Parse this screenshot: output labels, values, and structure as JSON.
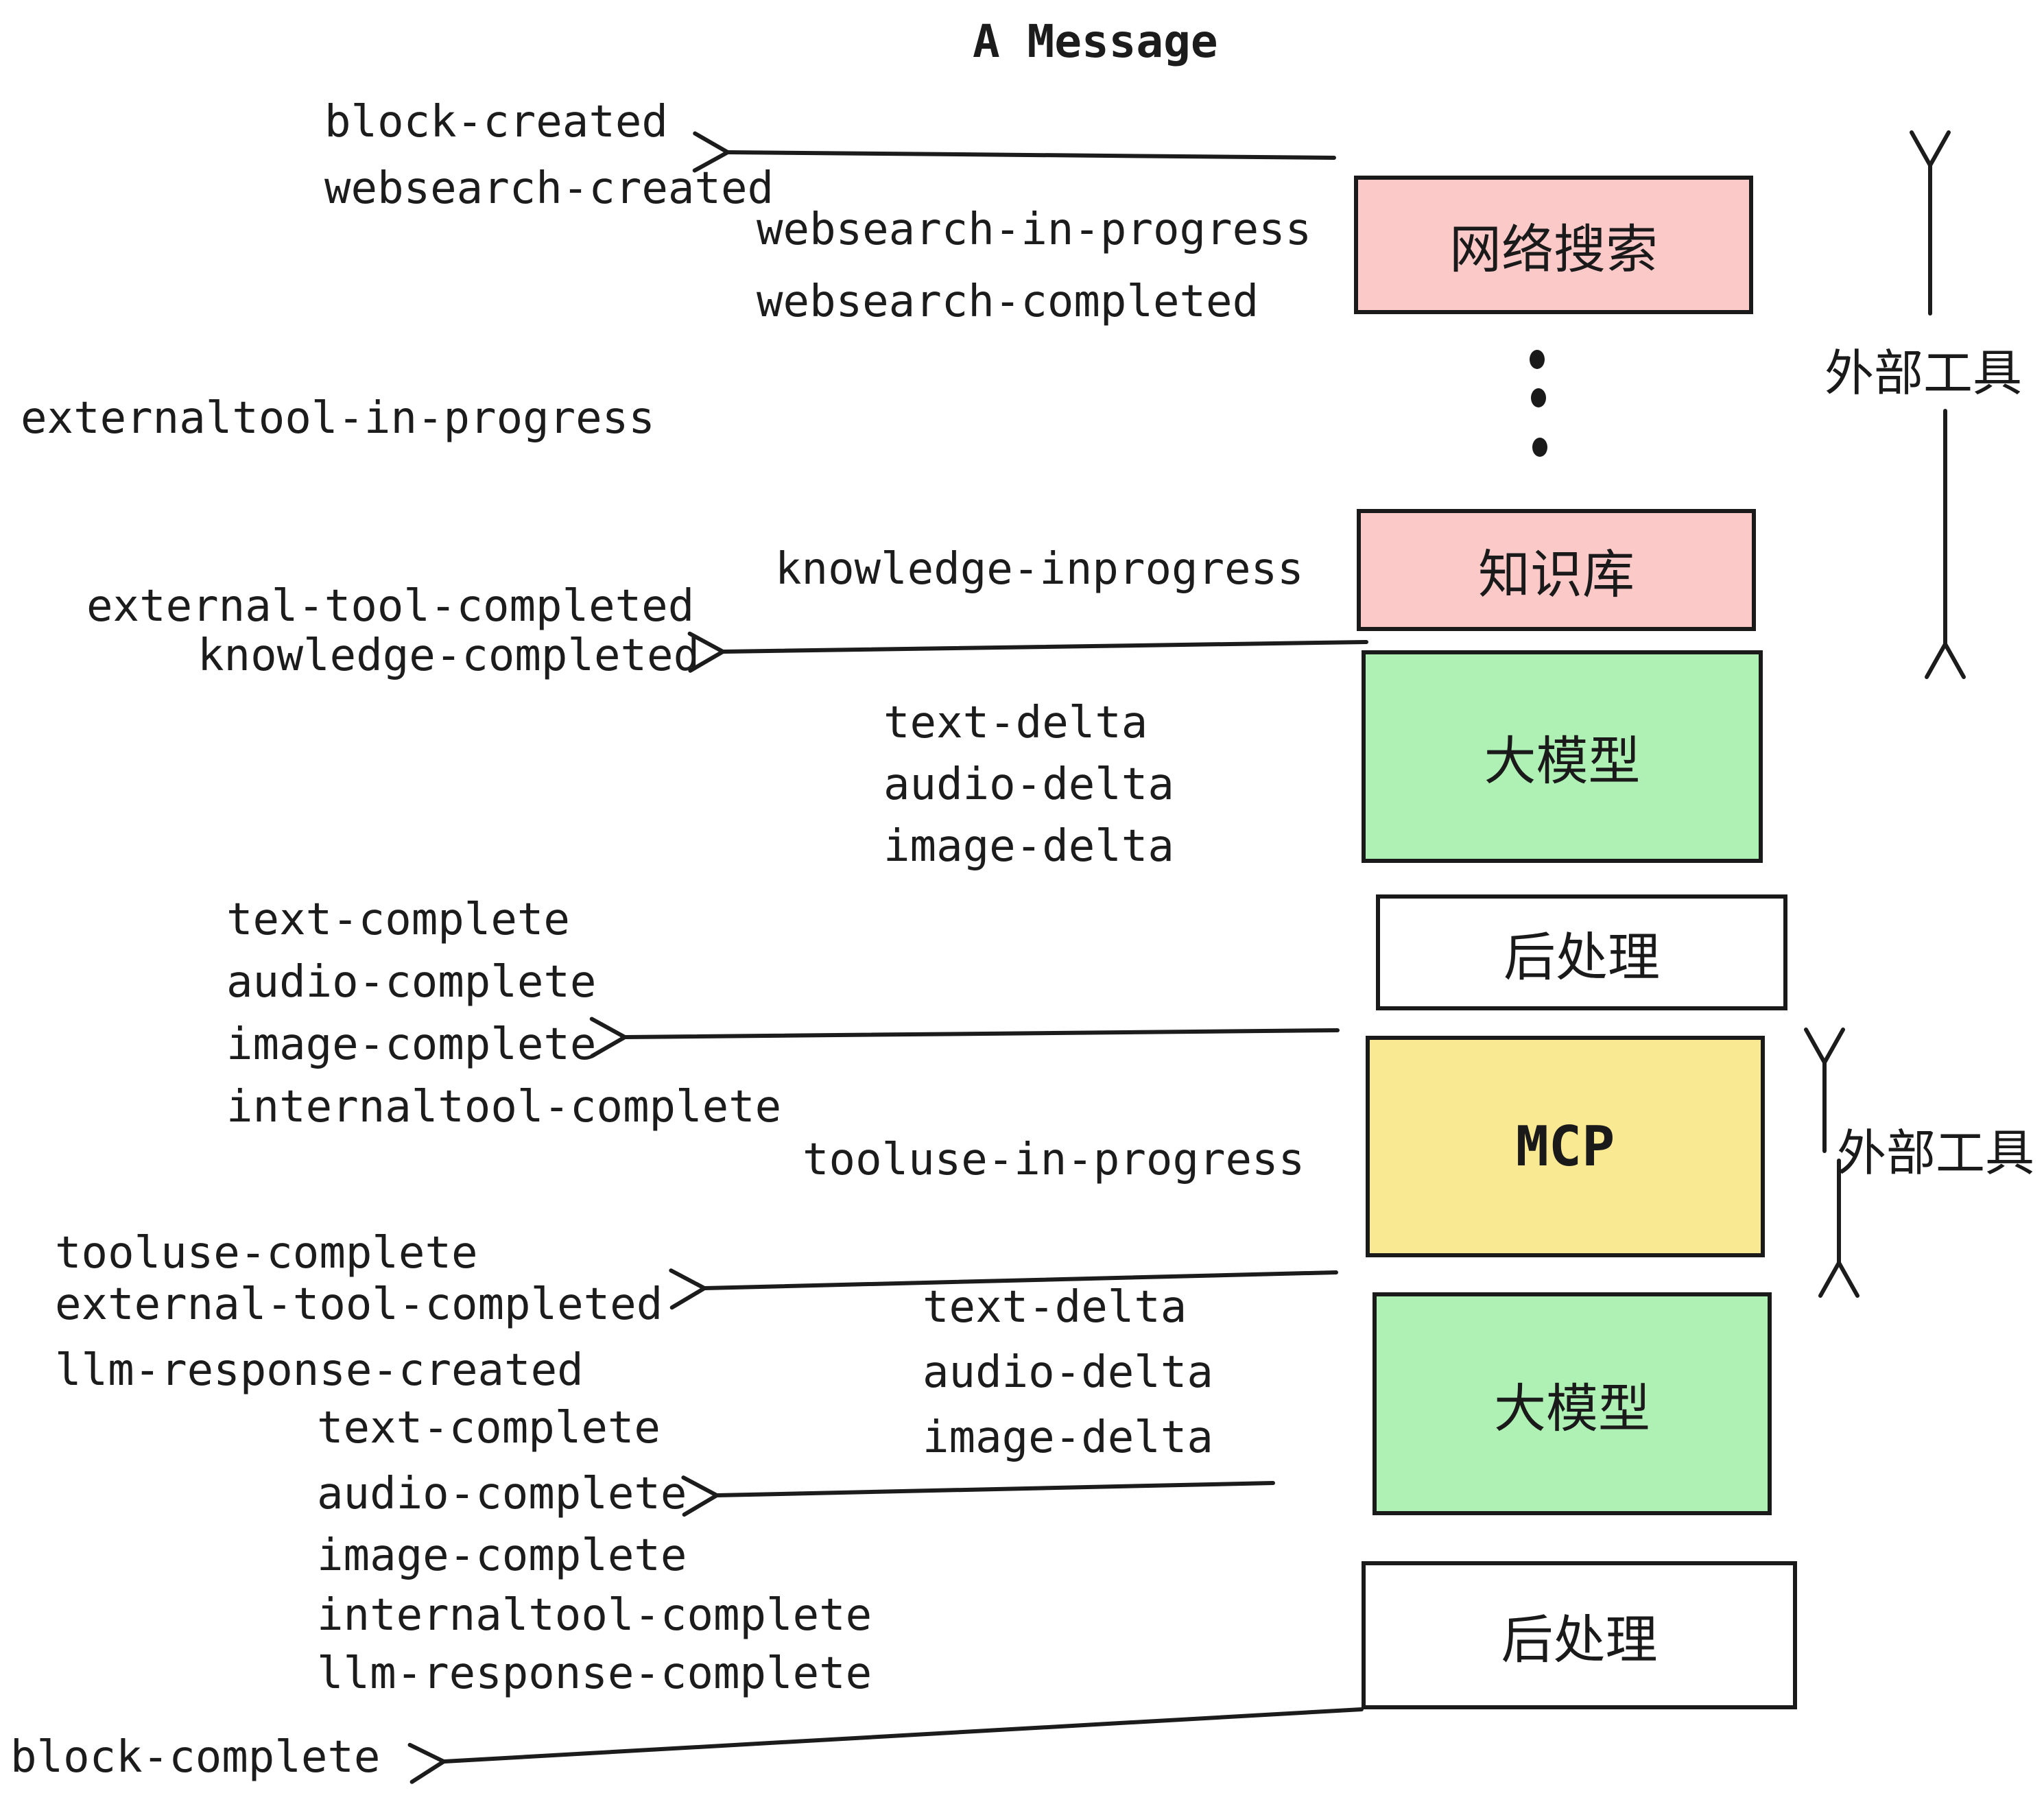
{
  "title": "A Message",
  "colors": {
    "box_pink": "#FCC9C9",
    "box_green": "#AFF0B5",
    "box_yellow": "#FAE993",
    "box_white": "#FFFFFF",
    "ink": "#1C1C1C"
  },
  "boxes": {
    "websearch": "网络搜索",
    "knowledge": "知识库",
    "llm1": "大模型",
    "post1": "后处理",
    "mcp": "MCP",
    "llm2": "大模型",
    "post2": "后处理"
  },
  "annotations": {
    "external_tools_top": "外部工具",
    "external_tools_mid": "外部工具"
  },
  "events": [
    {
      "text": "block-created"
    },
    {
      "text": "websearch-created"
    },
    {
      "text": "websearch-in-progress"
    },
    {
      "text": "websearch-completed"
    },
    {
      "text": "externaltool-in-progress"
    },
    {
      "text": "knowledge-inprogress"
    },
    {
      "text": "external-tool-completed"
    },
    {
      "text": "knowledge-completed"
    },
    {
      "text": "text-delta"
    },
    {
      "text": "audio-delta"
    },
    {
      "text": "image-delta"
    },
    {
      "text": "text-complete"
    },
    {
      "text": "audio-complete"
    },
    {
      "text": "image-complete"
    },
    {
      "text": "internaltool-complete"
    },
    {
      "text": "tooluse-in-progress"
    },
    {
      "text": "tooluse-complete"
    },
    {
      "text": "external-tool-completed"
    },
    {
      "text": "llm-response-created"
    },
    {
      "text": "text-delta"
    },
    {
      "text": "audio-delta"
    },
    {
      "text": "image-delta"
    },
    {
      "text": "text-complete"
    },
    {
      "text": "audio-complete"
    },
    {
      "text": "image-complete"
    },
    {
      "text": "internaltool-complete"
    },
    {
      "text": "llm-response-complete"
    },
    {
      "text": "block-complete"
    }
  ]
}
